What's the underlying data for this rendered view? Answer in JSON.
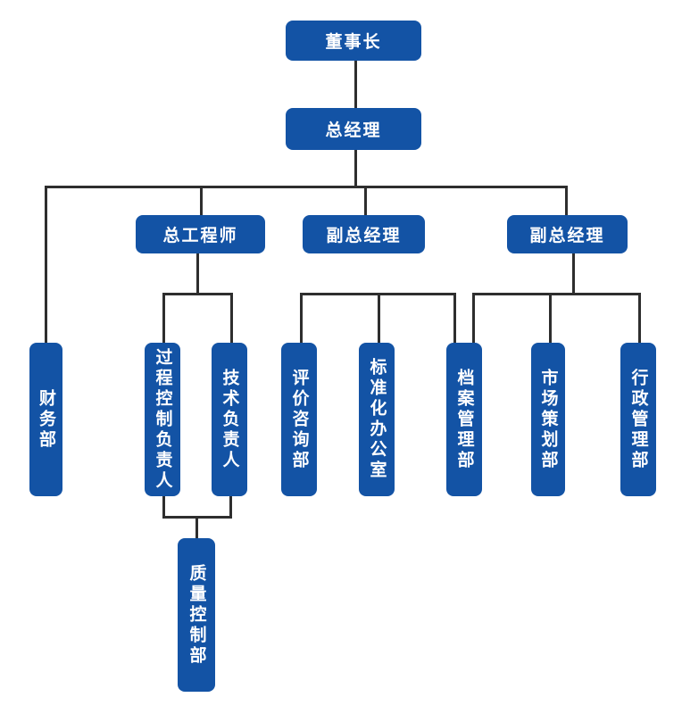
{
  "diagram": {
    "type": "org-chart",
    "colors": {
      "box_fill": "#1353a5",
      "box_text": "#ffffff",
      "connector": "#2e2e2e",
      "background": "#ffffff"
    },
    "nodes": {
      "chairman": {
        "label": "董事长"
      },
      "general_manager": {
        "label": "总经理"
      },
      "chief_engineer": {
        "label": "总工程师"
      },
      "deputy_general_manager_1": {
        "label": "副总经理"
      },
      "deputy_general_manager_2": {
        "label": "副总经理"
      },
      "finance_dept": {
        "label": "财务部"
      },
      "process_control_manager": {
        "label": "过程控制负责人"
      },
      "technical_manager": {
        "label": "技术负责人"
      },
      "evaluation_consulting_dept": {
        "label": "评价咨询部"
      },
      "standardization_office": {
        "label": "标准化办公室"
      },
      "archives_management_dept": {
        "label": "档案管理部"
      },
      "marketing_planning_dept": {
        "label": "市场策划部"
      },
      "administration_dept": {
        "label": "行政管理部"
      },
      "quality_control_dept": {
        "label": "质量控制部"
      }
    },
    "edges": [
      {
        "from": "chairman",
        "to": "general_manager"
      },
      {
        "from": "general_manager",
        "to": "finance_dept"
      },
      {
        "from": "general_manager",
        "to": "chief_engineer"
      },
      {
        "from": "general_manager",
        "to": "deputy_general_manager_1"
      },
      {
        "from": "general_manager",
        "to": "deputy_general_manager_2"
      },
      {
        "from": "chief_engineer",
        "to": "process_control_manager"
      },
      {
        "from": "chief_engineer",
        "to": "technical_manager"
      },
      {
        "from": "deputy_general_manager_1",
        "to": "evaluation_consulting_dept"
      },
      {
        "from": "deputy_general_manager_1",
        "to": "standardization_office"
      },
      {
        "from": "deputy_general_manager_1",
        "to": "archives_management_dept"
      },
      {
        "from": "deputy_general_manager_2",
        "to": "archives_management_dept"
      },
      {
        "from": "deputy_general_manager_2",
        "to": "marketing_planning_dept"
      },
      {
        "from": "deputy_general_manager_2",
        "to": "administration_dept"
      },
      {
        "from": "process_control_manager",
        "to": "quality_control_dept"
      },
      {
        "from": "technical_manager",
        "to": "quality_control_dept"
      }
    ]
  }
}
